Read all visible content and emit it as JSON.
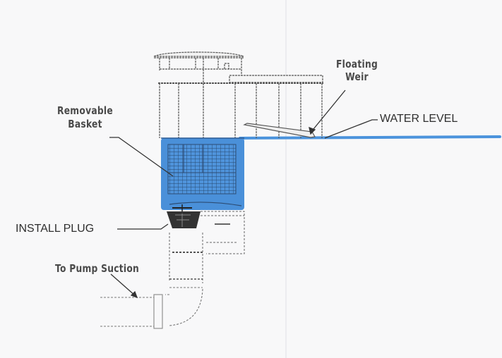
{
  "diagram": {
    "subject": "Pool skimmer with floating weir",
    "labels": {
      "floating_weir_line1": "Floating",
      "floating_weir_line2": "Weir",
      "water_level": "WATER LEVEL",
      "removable_basket_line1": "Removable",
      "removable_basket_line2": "Basket",
      "install_plug": "INSTALL PLUG",
      "to_pump_suction": "To Pump Suction"
    },
    "colors": {
      "water": "#4a90d9",
      "water_line": "#4b93dc",
      "ink": "#3a3a3a",
      "paper": "#f8f8f9"
    }
  }
}
